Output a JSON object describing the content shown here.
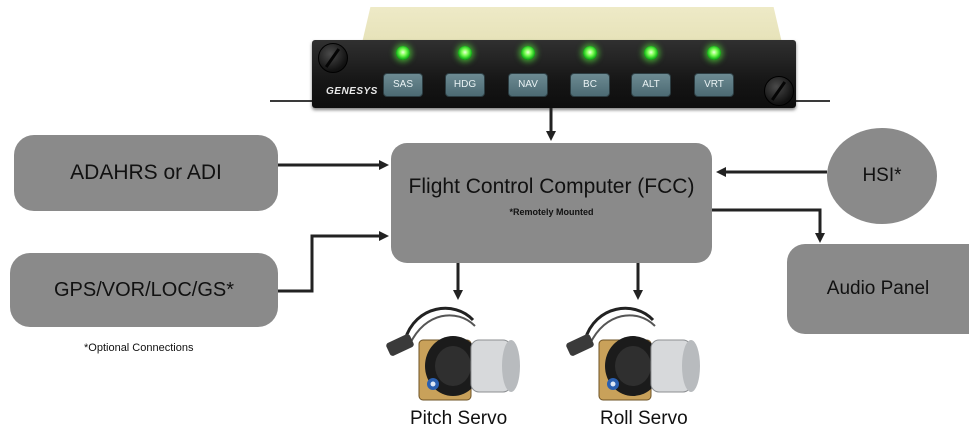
{
  "control_head": {
    "brand": "GENESYS",
    "modes": [
      "SAS",
      "HDG",
      "NAV",
      "BC",
      "ALT",
      "VRT"
    ]
  },
  "blocks": {
    "adahrs": "ADAHRS or ADI",
    "gps": "GPS/VOR/LOC/GS*",
    "fcc_title": "Flight Control Computer (FCC)",
    "fcc_subtitle": "*Remotely Mounted",
    "hsi": "HSI*",
    "audio": "Audio Panel"
  },
  "note": "*Optional Connections",
  "servos": {
    "pitch": "Pitch Servo",
    "roll": "Roll Servo"
  },
  "colors": {
    "block_fill": "#8a8a8a",
    "wire": "#222222",
    "led": "#39e639",
    "button": "#5c7a82"
  }
}
